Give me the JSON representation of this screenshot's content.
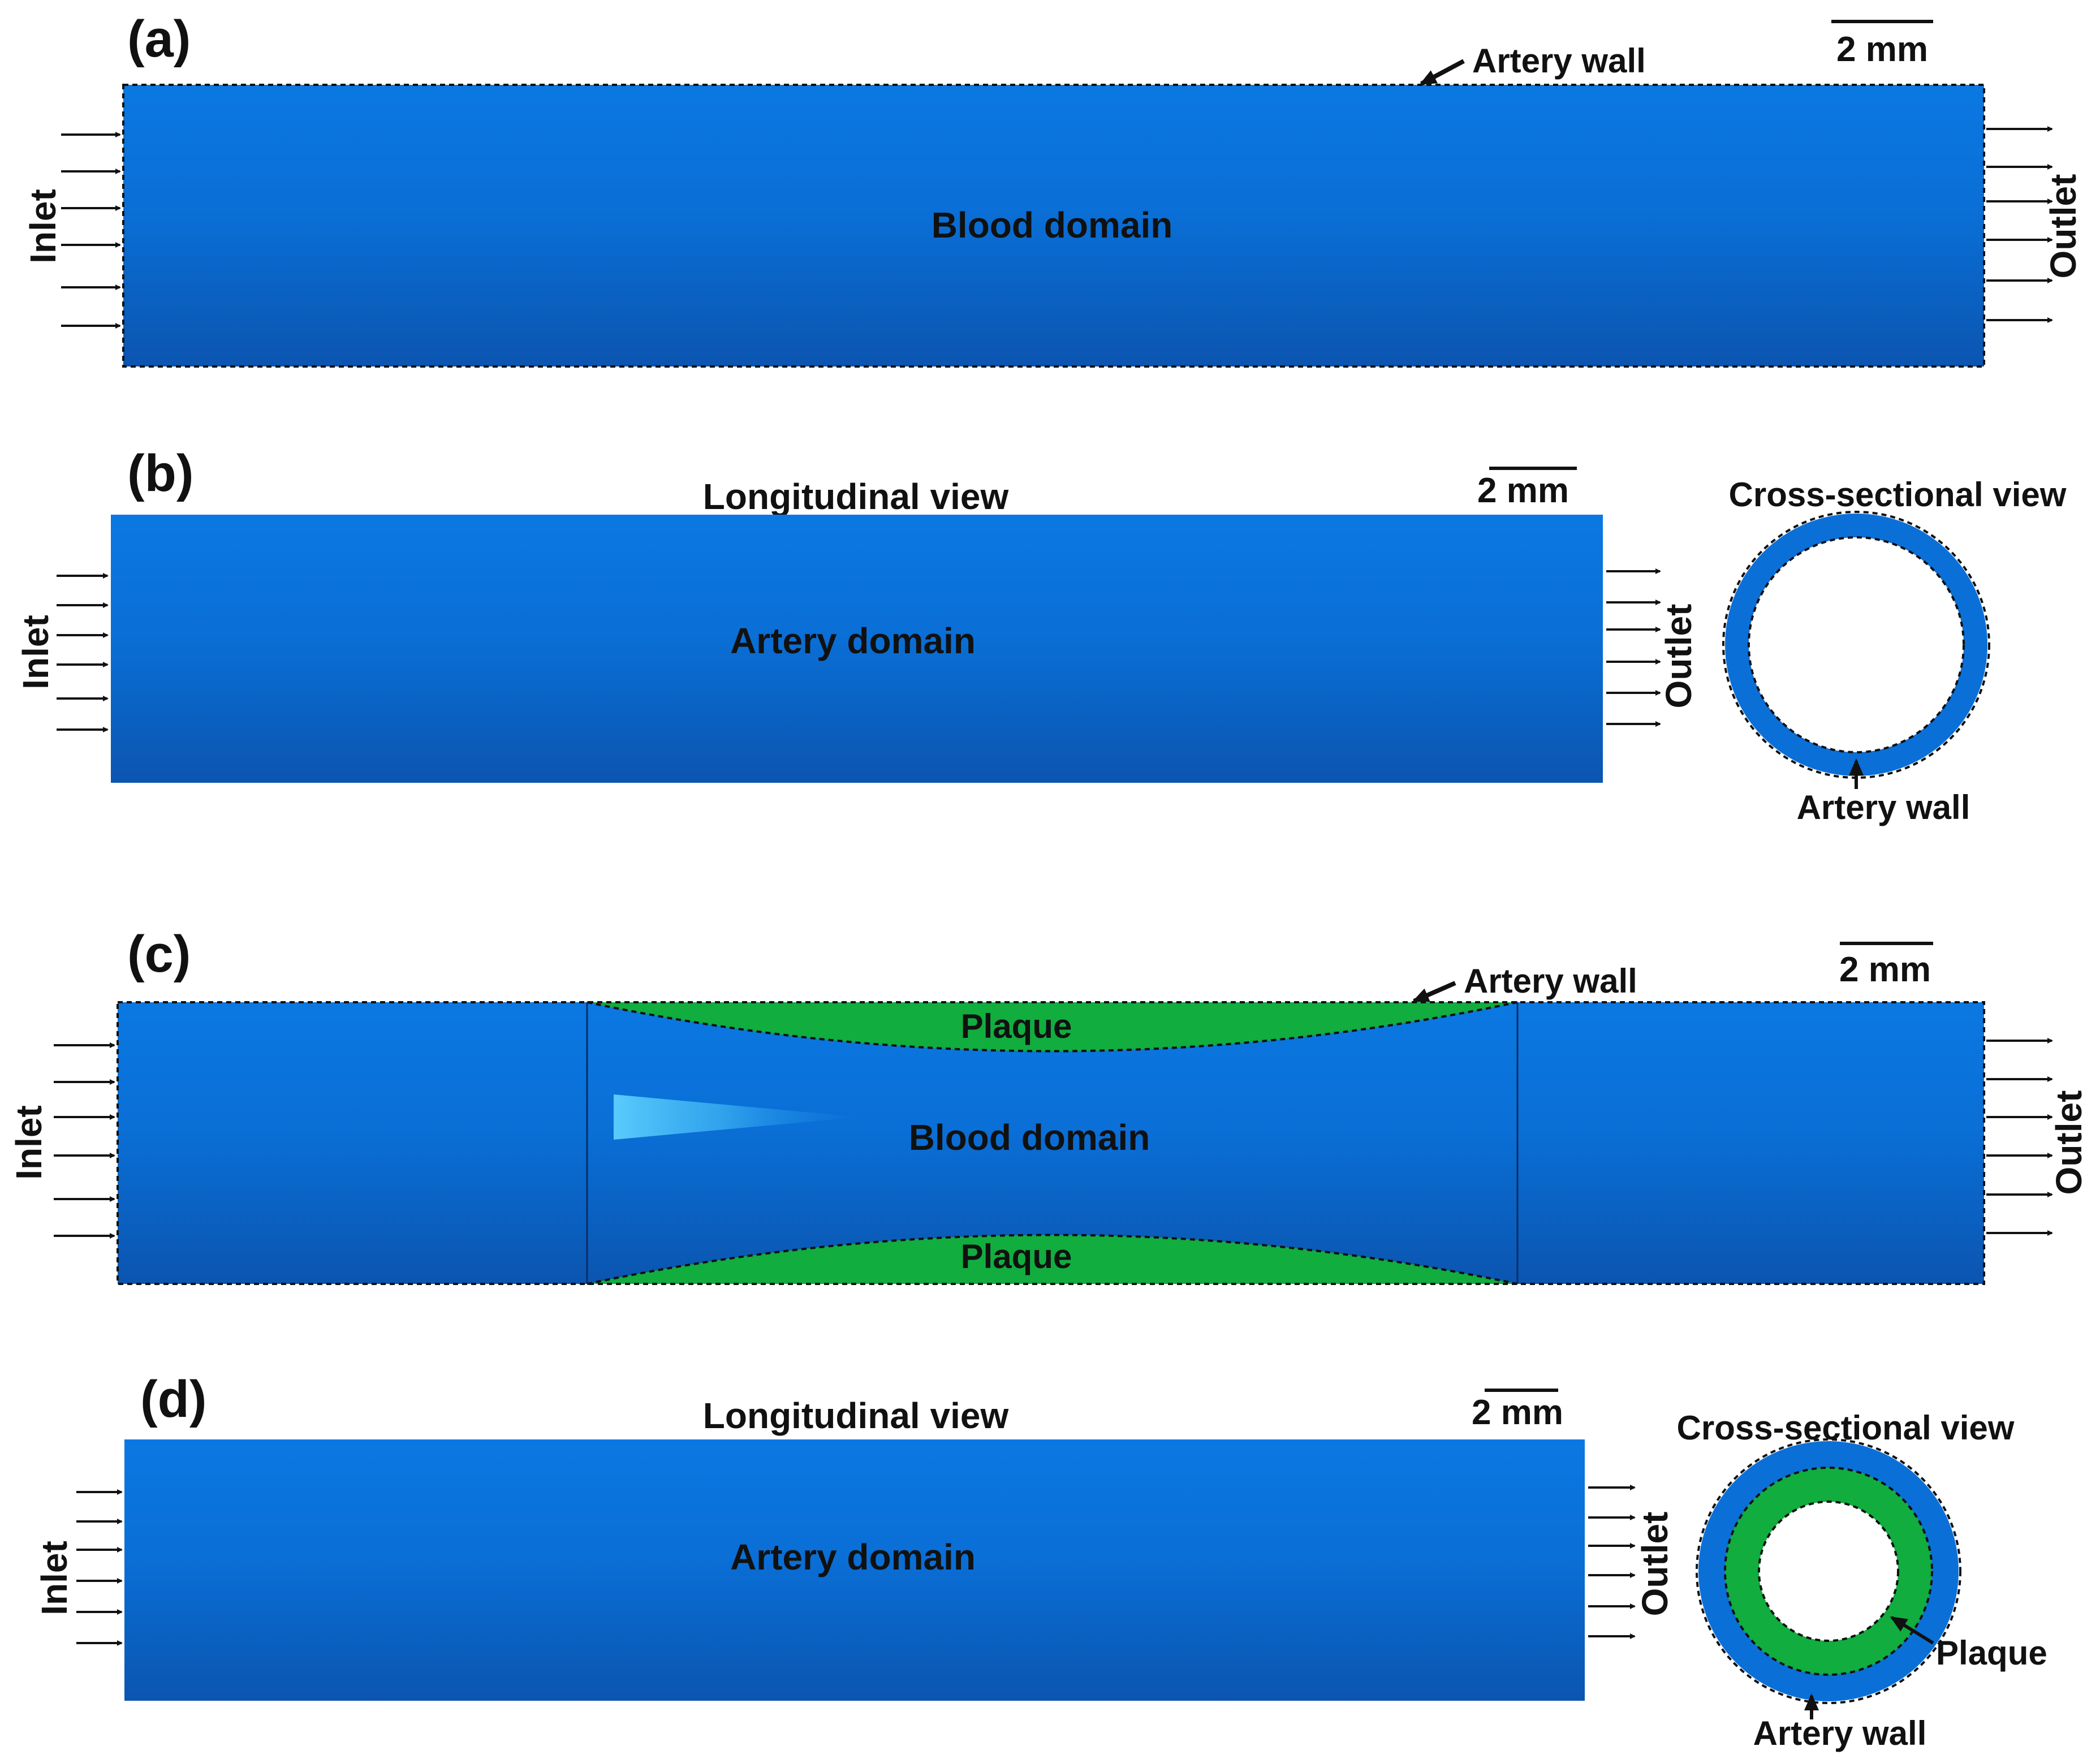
{
  "panels": {
    "a": {
      "letter": "(a)",
      "center_label": "Blood domain",
      "wall_label": "Artery wall",
      "inlet_label": "Inlet",
      "outlet_label": "Outlet",
      "scale_label": "2 mm"
    },
    "b": {
      "letter": "(b)",
      "view_label": "Longitudinal view",
      "center_label": "Artery domain",
      "inlet_label": "Inlet",
      "outlet_label": "Outlet",
      "scale_label": "2 mm",
      "cross_title": "Cross-sectional view",
      "cross_wall_label": "Artery wall"
    },
    "c": {
      "letter": "(c)",
      "center_label": "Blood domain",
      "plaque_top_label": "Plaque",
      "plaque_bottom_label": "Plaque",
      "wall_label": "Artery wall",
      "inlet_label": "Inlet",
      "outlet_label": "Outlet",
      "scale_label": "2 mm"
    },
    "d": {
      "letter": "(d)",
      "view_label": "Longitudinal view",
      "center_label": "Artery domain",
      "inlet_label": "Inlet",
      "outlet_label": "Outlet",
      "scale_label": "2 mm",
      "cross_title": "Cross-sectional view",
      "cross_plaque_label": "Plaque",
      "cross_wall_label": "Artery wall"
    }
  },
  "colors": {
    "artery_blue": "#1f6fd6",
    "plaque_green": "#10ad3e",
    "highlight_cyan": "#4fc3ff"
  }
}
